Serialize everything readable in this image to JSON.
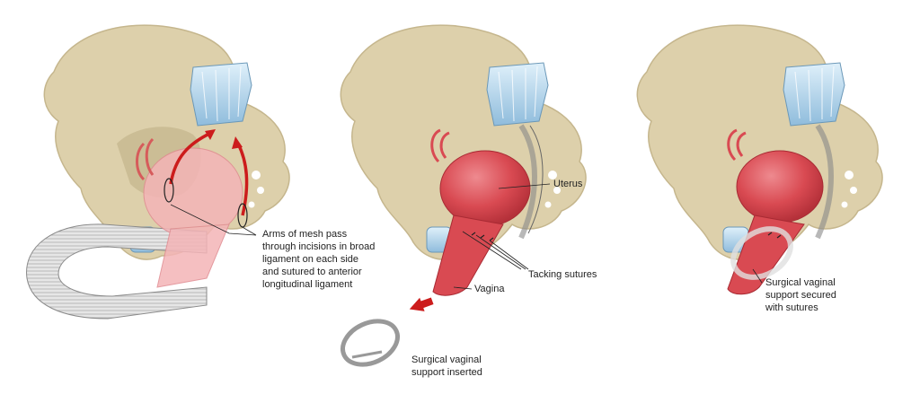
{
  "panels": [
    {
      "id": "panel-1",
      "labels": {
        "mesh_arms": [
          "Arms of mesh pass",
          "through incisions in broad",
          "ligament on each side",
          "and sutured to anterior",
          "longitudinal ligament"
        ]
      }
    },
    {
      "id": "panel-2",
      "labels": {
        "uterus": "Uterus",
        "tacking_sutures": "Tacking sutures",
        "vagina": "Vagina",
        "support_inserted": [
          "Surgical vaginal",
          "support inserted"
        ]
      }
    },
    {
      "id": "panel-3",
      "labels": {
        "support_secured": [
          "Surgical vaginal",
          "support secured",
          "with sutures"
        ]
      }
    }
  ],
  "colors": {
    "bone": "#ddd0ab",
    "bone_shadow": "#c5b68d",
    "uterus": "#d94a52",
    "uterus_light": "#f0a0a4",
    "ligament": "#a9cde6",
    "arrow_red": "#cc1c1c",
    "mesh": "#bdbdbd"
  }
}
